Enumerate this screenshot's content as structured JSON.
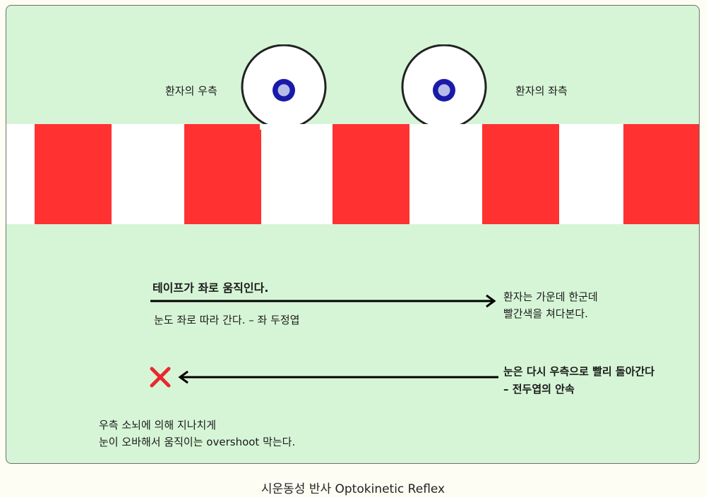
{
  "diagram": {
    "labels": {
      "patient_right": "환자의 우측",
      "patient_left": "환자의 좌측"
    },
    "tape": {
      "stripe_color": "#ff3131",
      "background_color": "#ffffff"
    },
    "slow_phase": {
      "title": "테이프가 좌로 움직인다.",
      "subtitle": "눈도 좌로 따라 간다. – 좌 두정엽",
      "note_lines": [
        "환자는 가운데 한군데",
        "빨간색을 쳐다본다."
      ]
    },
    "fast_phase": {
      "note_lines": [
        "눈은 다시 우측으로 빨리 돌아간다",
        "– 전두엽의 안속"
      ]
    },
    "blocked": {
      "icon": "red-x-icon",
      "note_lines": [
        "우측 소뇌에 의해 지나치게",
        "눈이 오바해서 움직이는 overshoot 막는다."
      ]
    },
    "colors": {
      "panel_background": "#d6f5d6",
      "iris": "#1a1aa8",
      "pupil": "#b8bce8",
      "x_mark": "#e8282e"
    }
  },
  "caption": "시운동성 반사 Optokinetic Reflex"
}
